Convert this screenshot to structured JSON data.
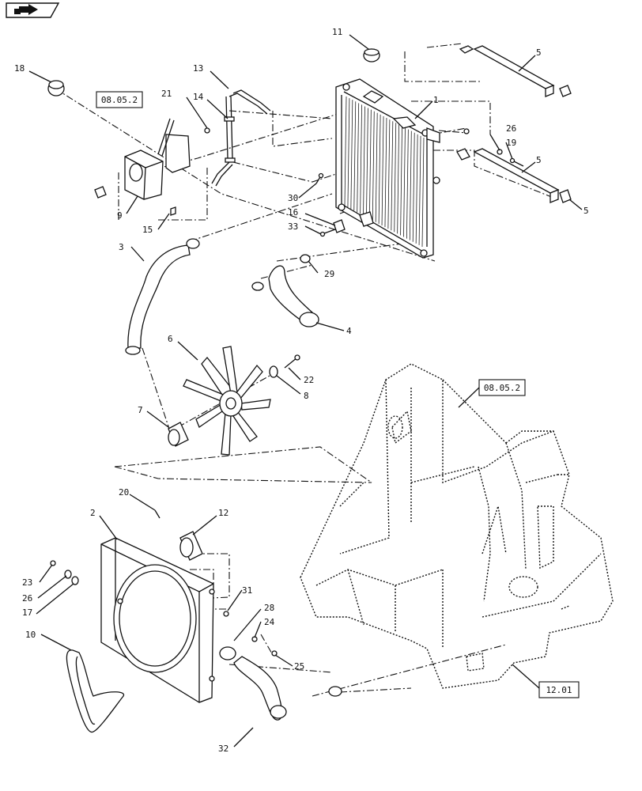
{
  "nav_icon": "next-page-arrow-icon",
  "callouts": [
    {
      "id": "c1",
      "text": "1"
    },
    {
      "id": "c2",
      "text": "2"
    },
    {
      "id": "c3",
      "text": "3"
    },
    {
      "id": "c4",
      "text": "4"
    },
    {
      "id": "c5a",
      "text": "5"
    },
    {
      "id": "c5b",
      "text": "5"
    },
    {
      "id": "c5c",
      "text": "5"
    },
    {
      "id": "c6",
      "text": "6"
    },
    {
      "id": "c7",
      "text": "7"
    },
    {
      "id": "c8",
      "text": "8"
    },
    {
      "id": "c9",
      "text": "9"
    },
    {
      "id": "c10",
      "text": "10"
    },
    {
      "id": "c11",
      "text": "11"
    },
    {
      "id": "c12",
      "text": "12"
    },
    {
      "id": "c13",
      "text": "13"
    },
    {
      "id": "c14",
      "text": "14"
    },
    {
      "id": "c15",
      "text": "15"
    },
    {
      "id": "c16",
      "text": "16"
    },
    {
      "id": "c17",
      "text": "17"
    },
    {
      "id": "c18",
      "text": "18"
    },
    {
      "id": "c19",
      "text": "19"
    },
    {
      "id": "c20",
      "text": "20"
    },
    {
      "id": "c21",
      "text": "21"
    },
    {
      "id": "c22",
      "text": "22"
    },
    {
      "id": "c23",
      "text": "23"
    },
    {
      "id": "c24",
      "text": "24"
    },
    {
      "id": "c25",
      "text": "25"
    },
    {
      "id": "c26a",
      "text": "26"
    },
    {
      "id": "c26b",
      "text": "26"
    },
    {
      "id": "c28",
      "text": "28"
    },
    {
      "id": "c29",
      "text": "29"
    },
    {
      "id": "c30",
      "text": "30"
    },
    {
      "id": "c31",
      "text": "31"
    },
    {
      "id": "c32",
      "text": "32"
    },
    {
      "id": "c33",
      "text": "33"
    }
  ],
  "refs": [
    {
      "id": "r1",
      "text": "08.05.2"
    },
    {
      "id": "r2",
      "text": "08.05.2"
    },
    {
      "id": "r3",
      "text": "12.01"
    }
  ]
}
